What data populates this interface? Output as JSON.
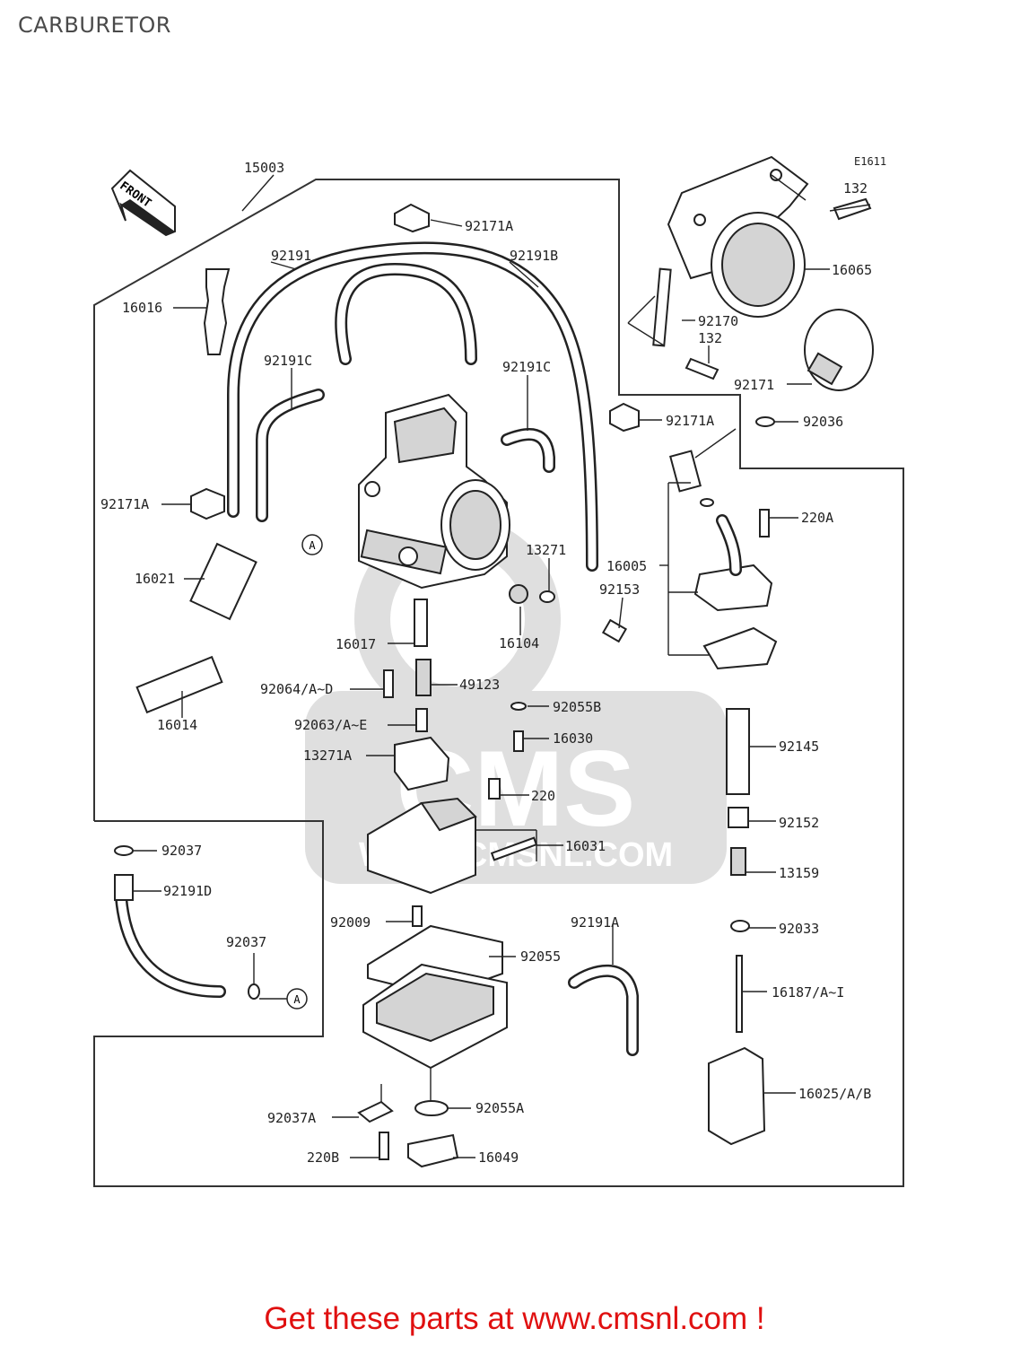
{
  "page": {
    "title": "CARBURETOR"
  },
  "diagram_code": "E1611",
  "front_label": "FRONT",
  "callout_ref": "A",
  "watermark": {
    "brand": "CMS",
    "url": "WWW.CMSNL.COM"
  },
  "labels": {
    "l15003": "15003",
    "l92171A_top": "92171A",
    "l92191": "92191",
    "l92191B": "92191B",
    "l16016": "16016",
    "l92191C_left": "92191C",
    "l92191C_right": "92191C",
    "l92171A_mid": "92171A",
    "l92171A_left": "92171A",
    "l16021": "16021",
    "l13271": "13271",
    "l16005": "16005",
    "l92153": "92153",
    "l16104": "16104",
    "l16017": "16017",
    "l16014": "16014",
    "l92064": "92064/A~D",
    "l49123": "49123",
    "l92055B": "92055B",
    "l92063": "92063/A~E",
    "l16030": "16030",
    "l13271A": "13271A",
    "l220": "220",
    "l16031": "16031",
    "l132_top": "132",
    "l16065": "16065",
    "l92170": "92170",
    "l132_mid": "132",
    "l92171": "92171",
    "l92036": "92036",
    "l220A": "220A",
    "l92145": "92145",
    "l92152": "92152",
    "l13159": "13159",
    "l92033": "92033",
    "l16187": "16187/A~I",
    "l16025": "16025/A/B",
    "l92037_a": "92037",
    "l92191D": "92191D",
    "l92037_b": "92037",
    "l92009": "92009",
    "l92055": "92055",
    "l92191A": "92191A",
    "l92037A": "92037A",
    "l92055A": "92055A",
    "l220B": "220B",
    "l16049": "16049"
  },
  "footer": {
    "text": "Get these parts at www.cmsnl.com !"
  },
  "colors": {
    "footer": "#e01010",
    "line": "#222222",
    "watermark": "#dcdcdc"
  }
}
